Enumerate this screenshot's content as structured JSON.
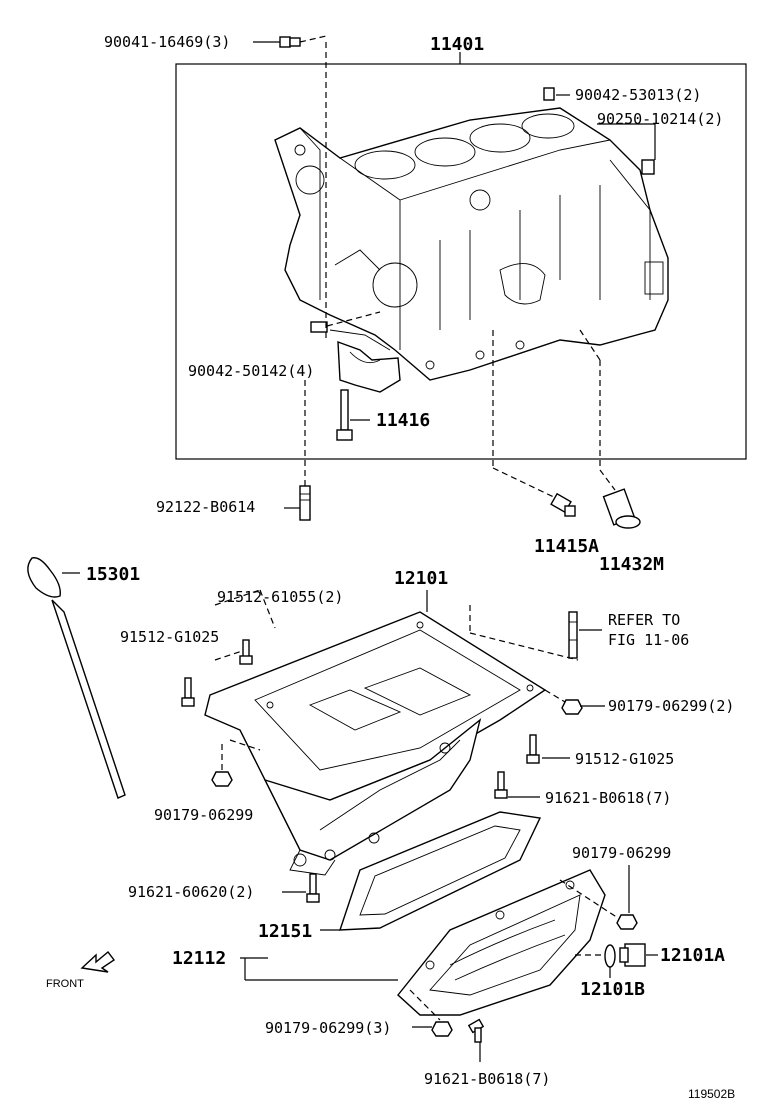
{
  "diagram": {
    "figure_id": "119502B",
    "front_label": "FRONT",
    "refer_note_line1": "REFER TO",
    "refer_note_line2": "FIG 11-06",
    "labels": {
      "p11401": "11401",
      "p90041_16469": "90041-16469(3)",
      "p90042_53013": "90042-53013(2)",
      "p90250_10214": "90250-10214(2)",
      "p90042_50142": "90042-50142(4)",
      "p11416": "11416",
      "p92122_B0614": "92122-B0614",
      "p11415A": "11415A",
      "p11432M": "11432M",
      "p15301": "15301",
      "p12101": "12101",
      "p91512_61055": "91512-61055(2)",
      "p91512_G1025_left": "91512-G1025",
      "p90179_06299_2": "90179-06299(2)",
      "p91512_G1025_right": "91512-G1025",
      "p91621_B0618_upper": "91621-B0618(7)",
      "p90179_06299_left": "90179-06299",
      "p91621_60620": "91621-60620(2)",
      "p90179_06299_right": "90179-06299",
      "p12151": "12151",
      "p12112": "12112",
      "p12101A": "12101A",
      "p12101B": "12101B",
      "p90179_06299_3": "90179-06299(3)",
      "p91621_B0618_lower": "91621-B0618(7)"
    }
  }
}
